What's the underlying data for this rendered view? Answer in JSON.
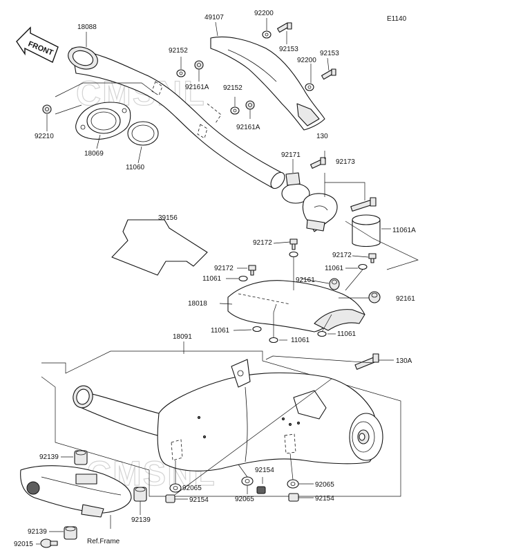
{
  "diagram_code": "E1140",
  "front_label": "FRONT",
  "watermark": [
    "CMSNL",
    "CMSNL"
  ],
  "ref_frame": "Ref.Frame",
  "parts": {
    "p18088": "18088",
    "p49107": "49107",
    "p92200a": "92200",
    "p92153a": "92153",
    "p92152a": "92152",
    "p92153b": "92153",
    "p92200b": "92200",
    "p92161Aa": "92161A",
    "p92152b": "92152",
    "p92161Ab": "92161A",
    "p92210": "92210",
    "p18069": "18069",
    "p11060": "11060",
    "p130": "130",
    "p92171": "92171",
    "p92173": "92173",
    "p39156": "39156",
    "p11061A": "11061A",
    "p92172a": "92172",
    "p92172b": "92172",
    "p92172c": "92172",
    "p11061a": "11061",
    "p11061b": "11061",
    "p92161a": "92161",
    "p92161b": "92161",
    "p18018": "18018",
    "p11061c": "11061",
    "p11061d": "11061",
    "p11061e": "11061",
    "p18091": "18091",
    "p130A": "130A",
    "p92139a": "92139",
    "p92154a": "92154",
    "p92065a": "92065",
    "p92065b": "92065",
    "p92154b": "92154",
    "p92065c": "92065",
    "p92154c": "92154",
    "p92139b": "92139",
    "p92139c": "92139",
    "p92015": "92015"
  }
}
